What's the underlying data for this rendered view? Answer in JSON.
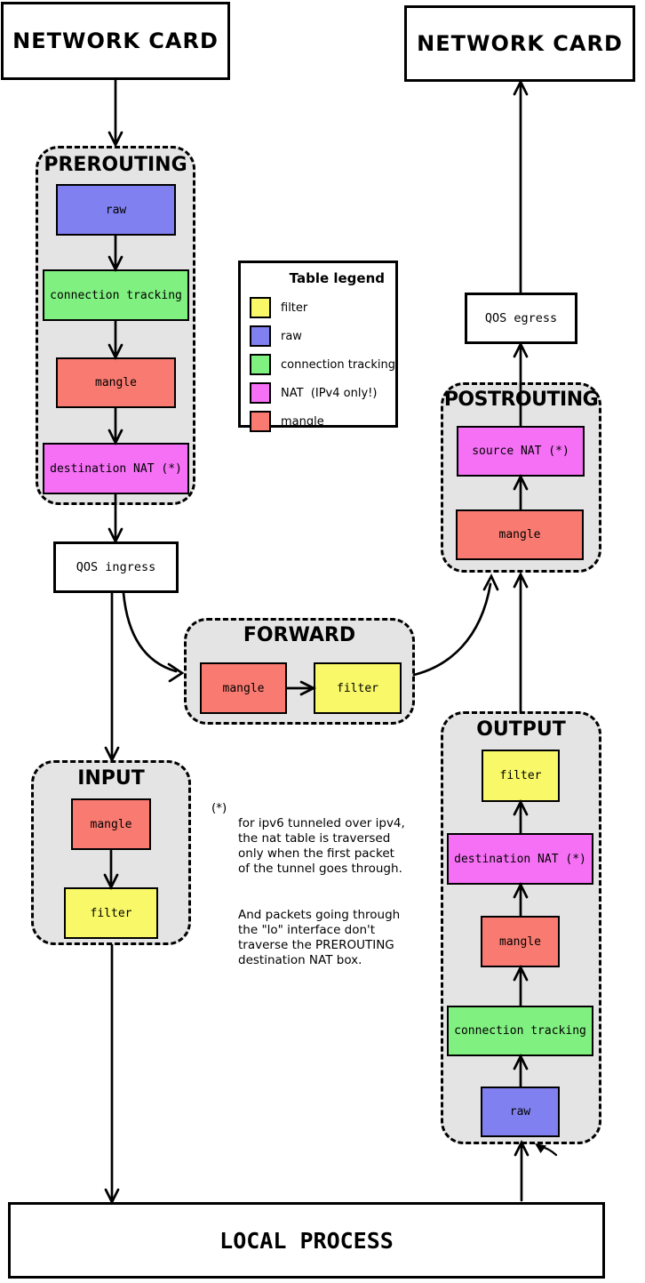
{
  "colors": {
    "filter": "#f8f868",
    "raw": "#8080f0",
    "connection_tracking": "#80f080",
    "nat": "#f570f5",
    "mangle": "#f87a70",
    "chain_bg": "#e4e4e4"
  },
  "nodes": {
    "network_card_in": "NETWORK CARD",
    "network_card_out": "NETWORK CARD",
    "qos_ingress": "QOS ingress",
    "qos_egress": "QOS egress",
    "local_process": "LOCAL PROCESS"
  },
  "chains": {
    "prerouting": {
      "title": "PREROUTING",
      "tables": [
        "raw",
        "connection tracking",
        "mangle",
        "destination NAT (*)"
      ]
    },
    "forward": {
      "title": "FORWARD",
      "tables": [
        "mangle",
        "filter"
      ]
    },
    "input": {
      "title": "INPUT",
      "tables": [
        "mangle",
        "filter"
      ]
    },
    "postrouting": {
      "title": "POSTROUTING",
      "tables": [
        "source NAT (*)",
        "mangle"
      ]
    },
    "output": {
      "title": "OUTPUT",
      "tables": [
        "filter",
        "destination NAT (*)",
        "mangle",
        "connection tracking",
        "raw"
      ]
    }
  },
  "legend": {
    "title": "Table legend",
    "items": [
      {
        "label": "filter",
        "color": "#f8f868"
      },
      {
        "label": "raw",
        "color": "#8080f0"
      },
      {
        "label": "connection tracking",
        "color": "#80f080"
      },
      {
        "label": "NAT  (IPv4 only!)",
        "color": "#f570f5"
      },
      {
        "label": "mangle",
        "color": "#f87a70"
      }
    ]
  },
  "note": {
    "marker": "(*)",
    "paragraph1": "for ipv6 tunneled over ipv4,\nthe nat table is traversed\nonly when the first packet\nof the tunnel goes through.",
    "paragraph2": "And packets going through\nthe \"lo\" interface don't\ntraverse the PREROUTING\ndestination NAT box."
  }
}
